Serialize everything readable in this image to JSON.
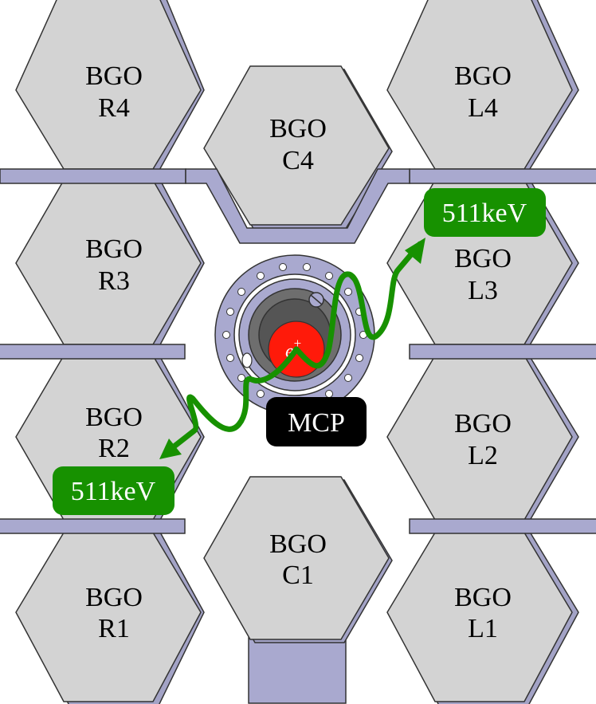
{
  "colors": {
    "crystal_fill": "#d3d3d3",
    "crystal_back": "#a3a3c6",
    "frame_fill": "#a9a9cf",
    "outline": "#333333",
    "gamma": "#179100",
    "positron": "#ff1a0a",
    "mcp_tag": "#000000"
  },
  "crystals": [
    {
      "id": "R4",
      "line1": "BGO",
      "line2": "R4"
    },
    {
      "id": "R3",
      "line1": "BGO",
      "line2": "R3"
    },
    {
      "id": "R2",
      "line1": "BGO",
      "line2": "R2"
    },
    {
      "id": "R1",
      "line1": "BGO",
      "line2": "R1"
    },
    {
      "id": "C4",
      "line1": "BGO",
      "line2": "C4"
    },
    {
      "id": "C1",
      "line1": "BGO",
      "line2": "C1"
    },
    {
      "id": "L4",
      "line1": "BGO",
      "line2": "L4"
    },
    {
      "id": "L3",
      "line1": "BGO",
      "line2": "L3"
    },
    {
      "id": "L2",
      "line1": "BGO",
      "line2": "L2"
    },
    {
      "id": "L1",
      "line1": "BGO",
      "line2": "L1"
    }
  ],
  "positron": {
    "symbol": "e",
    "charge": "+"
  },
  "mcp_label": "MCP",
  "gamma_labels": {
    "upper_right": "511keV",
    "lower_left": "511keV"
  }
}
